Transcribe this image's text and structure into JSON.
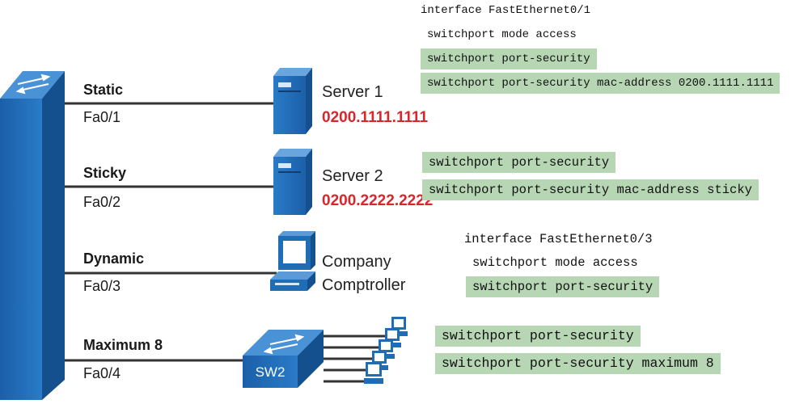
{
  "ports": [
    {
      "mode": "Static",
      "port": "Fa0/1"
    },
    {
      "mode": "Sticky",
      "port": "Fa0/2"
    },
    {
      "mode": "Dynamic",
      "port": "Fa0/3"
    },
    {
      "mode": "Maximum 8",
      "port": "Fa0/4"
    }
  ],
  "devices": {
    "server1": {
      "name": "Server 1",
      "mac": "0200.1111.1111"
    },
    "server2": {
      "name": "Server 2",
      "mac": "0200.2222.2222"
    },
    "pc": {
      "line1": "Company",
      "line2": "Comptroller"
    },
    "sw2": {
      "name": "SW2"
    }
  },
  "configs": {
    "block1": [
      {
        "text": "interface FastEthernet0/1",
        "highlight": false
      },
      {
        "text": "switchport mode access",
        "highlight": false
      },
      {
        "text": "switchport port-security",
        "highlight": true
      },
      {
        "text": "switchport port-security mac-address 0200.1111.1111",
        "highlight": true
      }
    ],
    "block2": [
      {
        "text": "switchport port-security",
        "highlight": true
      },
      {
        "text": "switchport port-security mac-address sticky",
        "highlight": true
      }
    ],
    "block3": [
      {
        "text": "interface FastEthernet0/3",
        "highlight": false
      },
      {
        "text": "switchport mode access",
        "highlight": false
      },
      {
        "text": "switchport port-security",
        "highlight": true
      }
    ],
    "block4": [
      {
        "text": "switchport port-security",
        "highlight": true
      },
      {
        "text": "switchport port-security maximum 8",
        "highlight": true
      }
    ]
  },
  "colors": {
    "switch_blue": "#1f6db5",
    "code_highlight": "#b7d7b4",
    "mac_red": "#d8262c"
  }
}
